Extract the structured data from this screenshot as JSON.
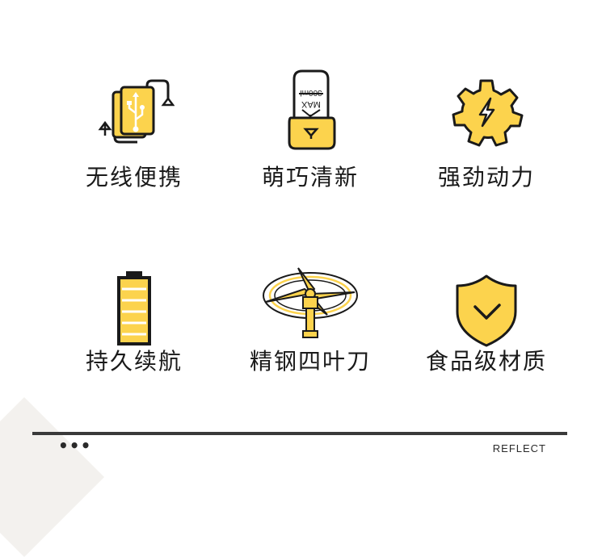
{
  "colors": {
    "accent": "#FCD34D",
    "outline": "#1A1A1A",
    "text": "#1A1A1A",
    "divider": "#3A3A3A"
  },
  "features": [
    {
      "icon": "usb-wireless-icon",
      "label": "无线便携"
    },
    {
      "icon": "blender-cup-icon",
      "label": "萌巧清新"
    },
    {
      "icon": "gear-lightning-icon",
      "label": "强劲动力"
    },
    {
      "icon": "battery-icon",
      "label": "持久续航"
    },
    {
      "icon": "steel-blade-icon",
      "label": "精钢四叶刀"
    },
    {
      "icon": "shield-check-icon",
      "label": "食品级材质"
    }
  ],
  "cup_text": {
    "max": "MAX",
    "capacity": "300ml"
  },
  "footer": {
    "dots": "•••",
    "brand": "REFLECT"
  }
}
